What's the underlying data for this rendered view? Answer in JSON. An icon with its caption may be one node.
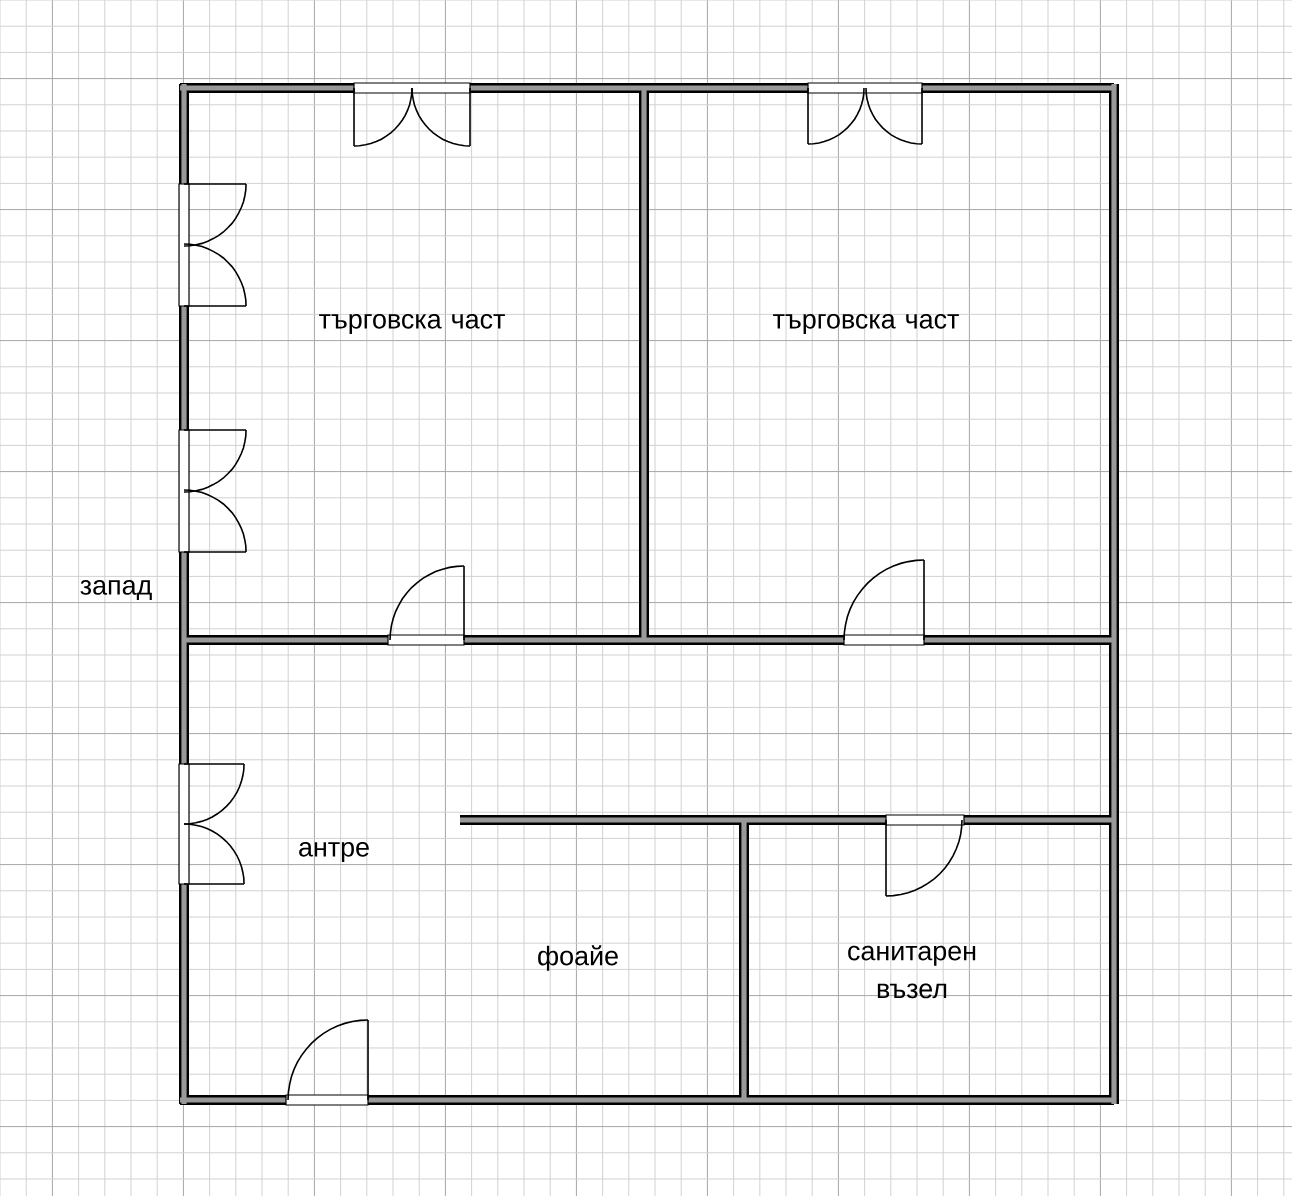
{
  "diagram": {
    "labels": [
      "търговска част",
      "търговска част",
      "запад",
      "антре",
      "фоайе",
      "санитарен възел"
    ]
  }
}
